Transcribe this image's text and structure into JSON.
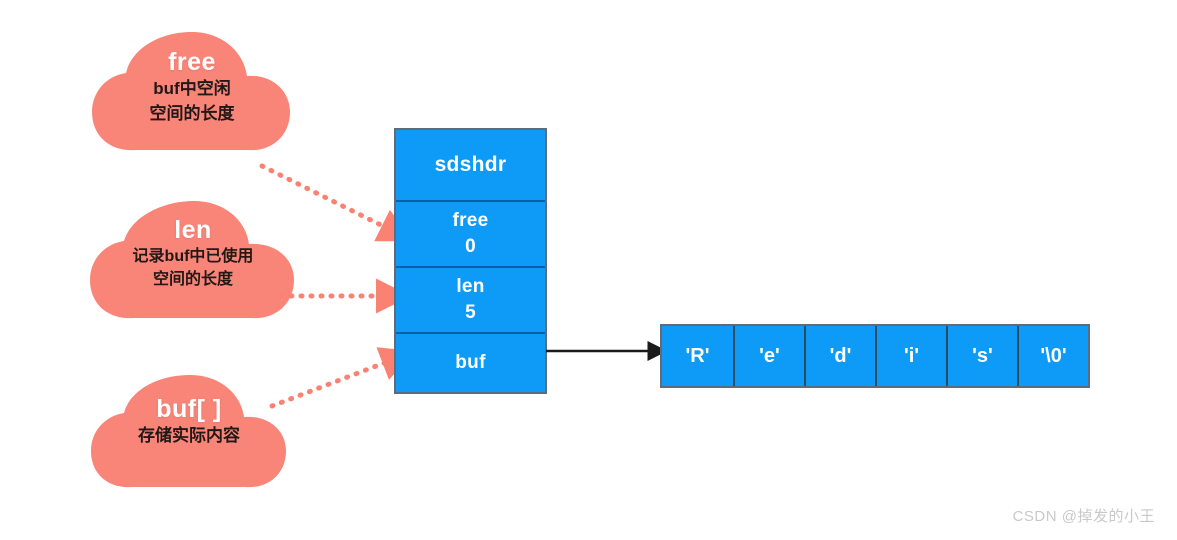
{
  "colors": {
    "cloud_fill": "#F98579",
    "box_fill": "#0D9BF7",
    "box_border": "#5D6B7A",
    "row_divider": "#0A5FA8",
    "arrow_dotted": "#FA8272",
    "arrow_solid": "#1A1A1A",
    "cloud_title_text": "#FFFFFF",
    "cloud_desc_text": "#231815",
    "watermark_text": "#C9C9C9"
  },
  "clouds": [
    {
      "name": "free",
      "title": "free",
      "description": "buf中空闲\n空间的长度"
    },
    {
      "name": "len",
      "title": "len",
      "description": "记录buf中已使用\n空间的长度"
    },
    {
      "name": "buf",
      "title": "buf[ ]",
      "description": "存储实际内容"
    }
  ],
  "struct_box": {
    "name": "sdshdr-struct",
    "rows": [
      {
        "label": "sdshdr",
        "value": ""
      },
      {
        "label": "free",
        "value": "0"
      },
      {
        "label": "len",
        "value": "5"
      },
      {
        "label": "buf",
        "value": ""
      }
    ]
  },
  "char_array": {
    "name": "buf-character-array",
    "cells": [
      "'R'",
      "'e'",
      "'d'",
      "'i'",
      "'s'",
      "'\\0'"
    ]
  },
  "arrows": {
    "free_to_box": "dotted-arrow-free",
    "len_to_box": "dotted-arrow-len",
    "buf_to_box": "dotted-arrow-buf",
    "buf_to_array": "solid-arrow-buf-pointer"
  },
  "watermark": {
    "text": "CSDN @掉发的小王"
  }
}
